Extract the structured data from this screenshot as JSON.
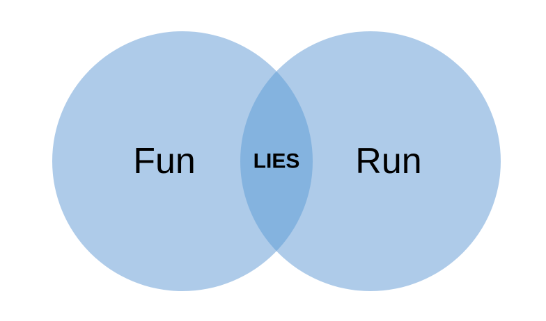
{
  "diagram": {
    "type": "venn",
    "sets": [
      {
        "label": "Fun"
      },
      {
        "label": "Run"
      }
    ],
    "intersection": {
      "label": "LIES"
    },
    "colors": {
      "circle_fill": "#aecbe9",
      "intersection_fill": "#84b3df",
      "background": "#ffffff",
      "text": "#000000"
    }
  }
}
